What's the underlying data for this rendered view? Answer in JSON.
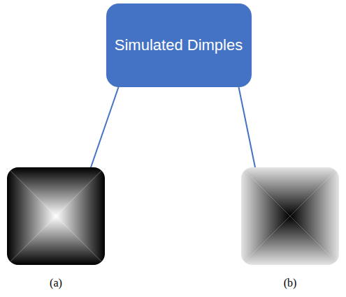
{
  "diagram": {
    "nodes": [
      {
        "text": [
          "Simulated Dimples"
        ]
      },
      {
        "text": [
          "(a)"
        ]
      },
      {
        "text": [
          "(b)"
        ]
      }
    ],
    "edges": [
      {
        "from": 0,
        "to": 1,
        "arrow": "none"
      },
      {
        "from": 0,
        "to": 2,
        "arrow": "none"
      }
    ]
  }
}
